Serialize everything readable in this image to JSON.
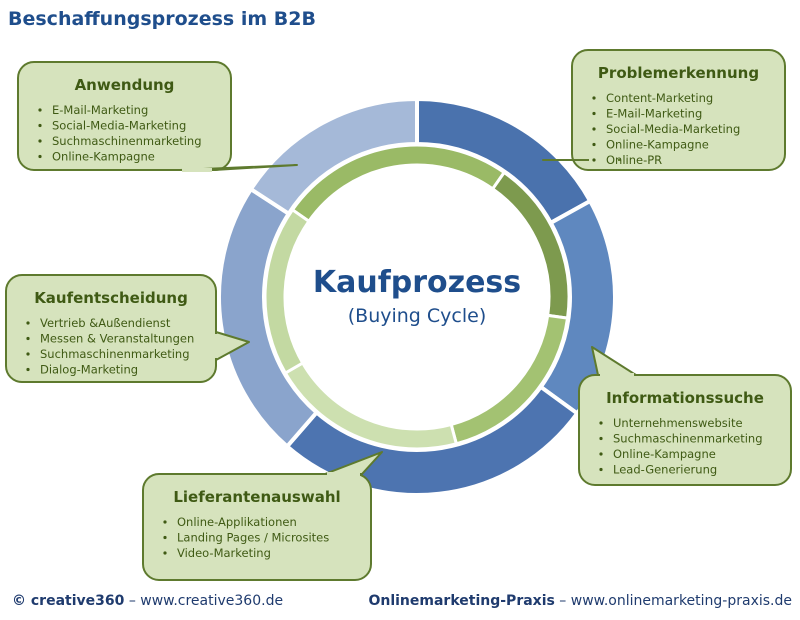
{
  "title": "Beschaffungsprozess im B2B",
  "center": {
    "title": "Kaufprozess",
    "subtitle": "(Buying Cycle)"
  },
  "colors": {
    "title": "#1f4e8c",
    "bubble_fill": "#d6e3bd",
    "bubble_stroke": "#5e7a2e",
    "bubble_heading": "#3f5a14",
    "bubble_text": "#3f5a14"
  },
  "stages": [
    {
      "id": "problemerkennung",
      "title": "Problemerkennung",
      "items": [
        "Content-Marketing",
        "E-Mail-Marketing",
        "Social-Media-Marketing",
        "Online-Kampagne",
        "Online-PR"
      ]
    },
    {
      "id": "informationssuche",
      "title": "Informationssuche",
      "items": [
        "Unternehmenswebsite",
        "Suchmaschinenmarketing",
        "Online-Kampagne",
        "Lead-Generierung"
      ]
    },
    {
      "id": "lieferantenauswahl",
      "title": "Lieferantenauswahl",
      "items": [
        "Online-Applikationen",
        "Landing Pages / Microsites",
        "Video-Marketing"
      ]
    },
    {
      "id": "kaufentscheidung",
      "title": "Kaufentscheidung",
      "items": [
        "Vertrieb &Außendienst",
        "Messen & Veranstaltungen",
        "Suchmaschinenmarketing",
        "Dialog-Marketing"
      ]
    },
    {
      "id": "anwendung",
      "title": "Anwendung",
      "items": [
        "E-Mail-Marketing",
        "Social-Media-Marketing",
        "Suchmaschinenmarketing",
        "Online-Kampagne"
      ]
    }
  ],
  "footer": {
    "left_brand": "© creative360",
    "left_url": "– www.creative360.de",
    "right_brand": "Onlinemarketing-Praxis",
    "right_url": "– www.onlinemarketing-praxis.de"
  }
}
